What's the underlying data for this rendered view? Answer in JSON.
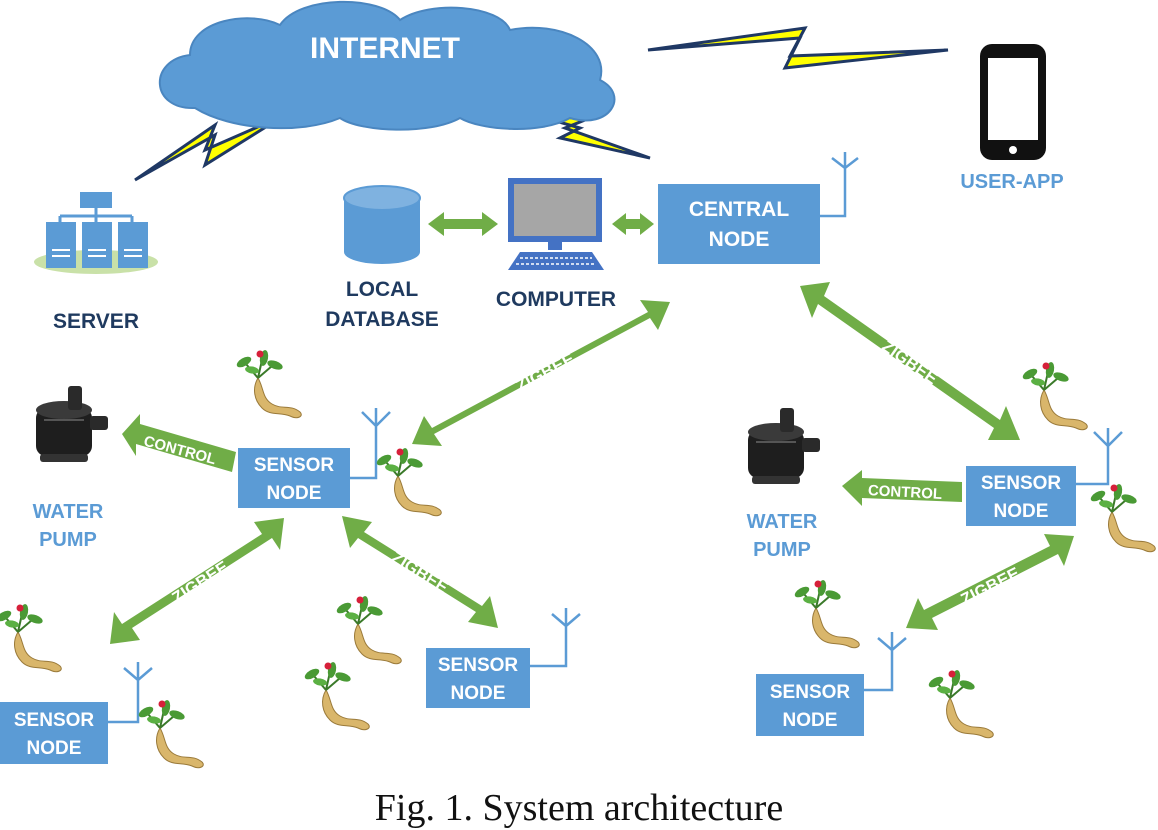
{
  "cloud": {
    "label": "INTERNET"
  },
  "server": {
    "label": "SERVER"
  },
  "user_app": {
    "label": "USER-APP"
  },
  "local_database": {
    "label_line1": "LOCAL",
    "label_line2": "DATABASE"
  },
  "computer": {
    "label": "COMPUTER"
  },
  "central_node": {
    "line1": "CENTRAL",
    "line2": "NODE"
  },
  "sensor_node": {
    "line1": "SENSOR",
    "line2": "NODE"
  },
  "water_pump": {
    "line1": "WATER",
    "line2": "PUMP"
  },
  "links": {
    "zigbee": "ZIGBEE",
    "control": "CONTROL"
  },
  "caption": "Fig. 1. System architecture",
  "colors": {
    "node_blue": "#5b9bd5",
    "cloud_blue": "#5b9bd5",
    "arrow_green": "#70ad47",
    "lightning_yellow": "#ffff00",
    "lightning_outline": "#1f3864",
    "label_dark": "#1f3a5f"
  },
  "icons": [
    "cloud-icon",
    "server-icon",
    "smartphone-icon",
    "database-icon",
    "computer-icon",
    "antenna-icon",
    "water-pump-icon",
    "plant-icon",
    "lightning-icon"
  ]
}
